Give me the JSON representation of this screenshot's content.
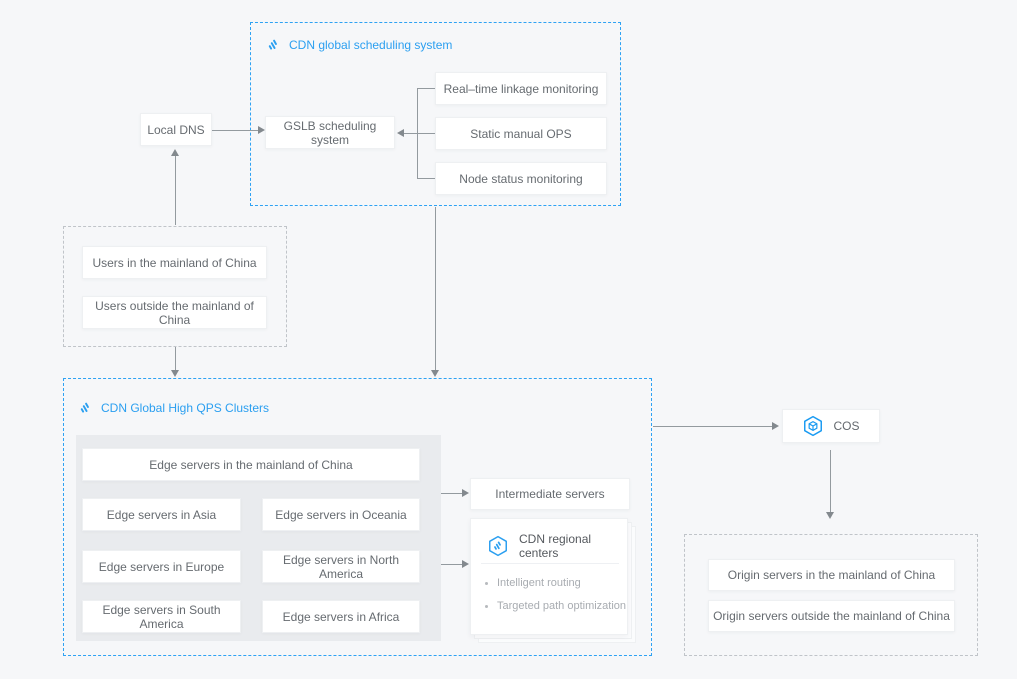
{
  "scheduling_system": {
    "title": "CDN global scheduling system",
    "gslb_label": "GSLB scheduling system",
    "monitors": [
      "Real–time linkage monitoring",
      "Static manual OPS",
      "Node status monitoring"
    ]
  },
  "local_dns_label": "Local DNS",
  "users_group": {
    "items": [
      "Users in the mainland of China",
      "Users outside the mainland of China"
    ]
  },
  "qps_clusters": {
    "title": "CDN Global High QPS Clusters",
    "edge_main": "Edge servers in the mainland of China",
    "edge_regions": [
      "Edge servers in Asia",
      "Edge servers in Oceania",
      "Edge servers in Europe",
      "Edge servers in North America",
      "Edge servers in South America",
      "Edge servers in Africa"
    ]
  },
  "intermediate_label": "Intermediate servers",
  "regional_centers": {
    "title": "CDN regional centers",
    "bullets": [
      "Intelligent routing",
      "Targeted path optimization"
    ]
  },
  "cos_label": "COS",
  "origin_group": {
    "items": [
      "Origin servers in the mainland of China",
      "Origin servers outside the mainland of China"
    ]
  },
  "icons": {
    "scheduling_title": "cdn-wave-icon",
    "clusters_title": "cdn-wave-icon",
    "regional": "hexagon-cdn-icon",
    "cos": "hexagon-cube-icon"
  },
  "colors": {
    "accent_blue": "#2b9ff0",
    "dashed_blue": "#2ea2f3",
    "dashed_gray": "#c0c4c9",
    "line_gray": "#939a9f",
    "text_gray": "#666b70",
    "muted_gray": "#a8acb1",
    "panel_gray": "#e9ebee",
    "background": "#f6f7f9"
  }
}
